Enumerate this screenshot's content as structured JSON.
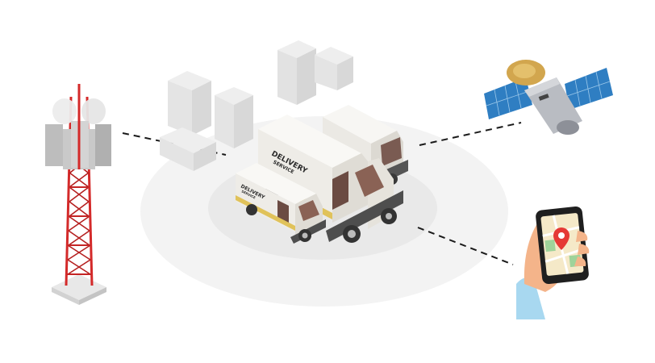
{
  "scene": {
    "truck_large_label_line1": "DELIVERY",
    "truck_large_label_line2": "SERVICE",
    "van_small_label_line1": "DELIVERY",
    "van_small_label_line2": "SERVICE"
  },
  "icons": {
    "tower": "cell-tower-icon",
    "satellite": "satellite-icon",
    "phone": "smartphone-map-icon",
    "pin": "map-pin-icon",
    "boxes": "cardboard-boxes-icon",
    "trucks": "delivery-truck-icon"
  },
  "colors": {
    "tower_red": "#d42a2a",
    "platform": "#efefef",
    "truck_body": "#f4f2ee",
    "panel_blue": "#2f7ec2",
    "pin_red": "#e53935",
    "dash": "#1a1a1a"
  }
}
